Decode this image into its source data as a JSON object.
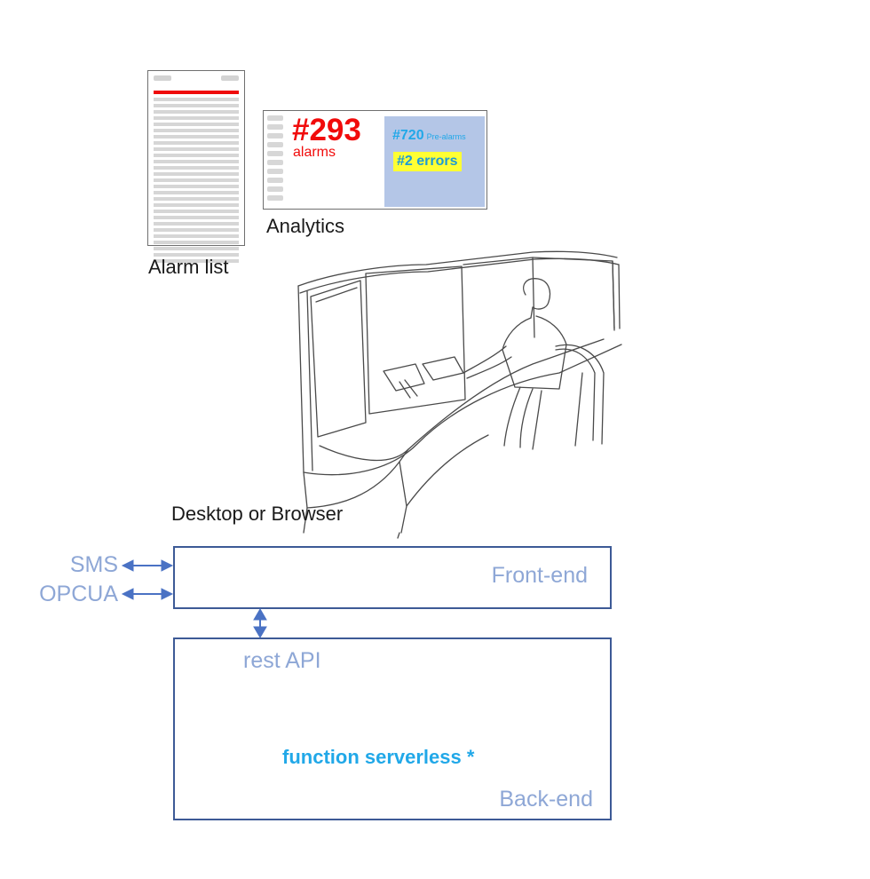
{
  "alarm_list": {
    "caption": "Alarm list"
  },
  "analytics": {
    "caption": "Analytics",
    "alarm_count": "#293",
    "alarm_unit": "alarms",
    "prealarm_count": "#720",
    "prealarm_label": "Pre-alarms",
    "error_text": "#2 errors"
  },
  "scene": {
    "caption": "Desktop or Browser"
  },
  "architecture": {
    "interfaces": [
      "SMS",
      "OPCUA"
    ],
    "frontend_label": "Front-end",
    "api_label": "rest API",
    "function_label": "function serverless *",
    "backend_label": "Back-end"
  },
  "colors": {
    "alarm_red": "#f10b0b",
    "accent_blue": "#21a8e8",
    "label_blue": "#8ea7d6",
    "box_border": "#3d5a96",
    "panel_fill": "#b4c6e7",
    "highlight_yellow": "#ffff33"
  }
}
